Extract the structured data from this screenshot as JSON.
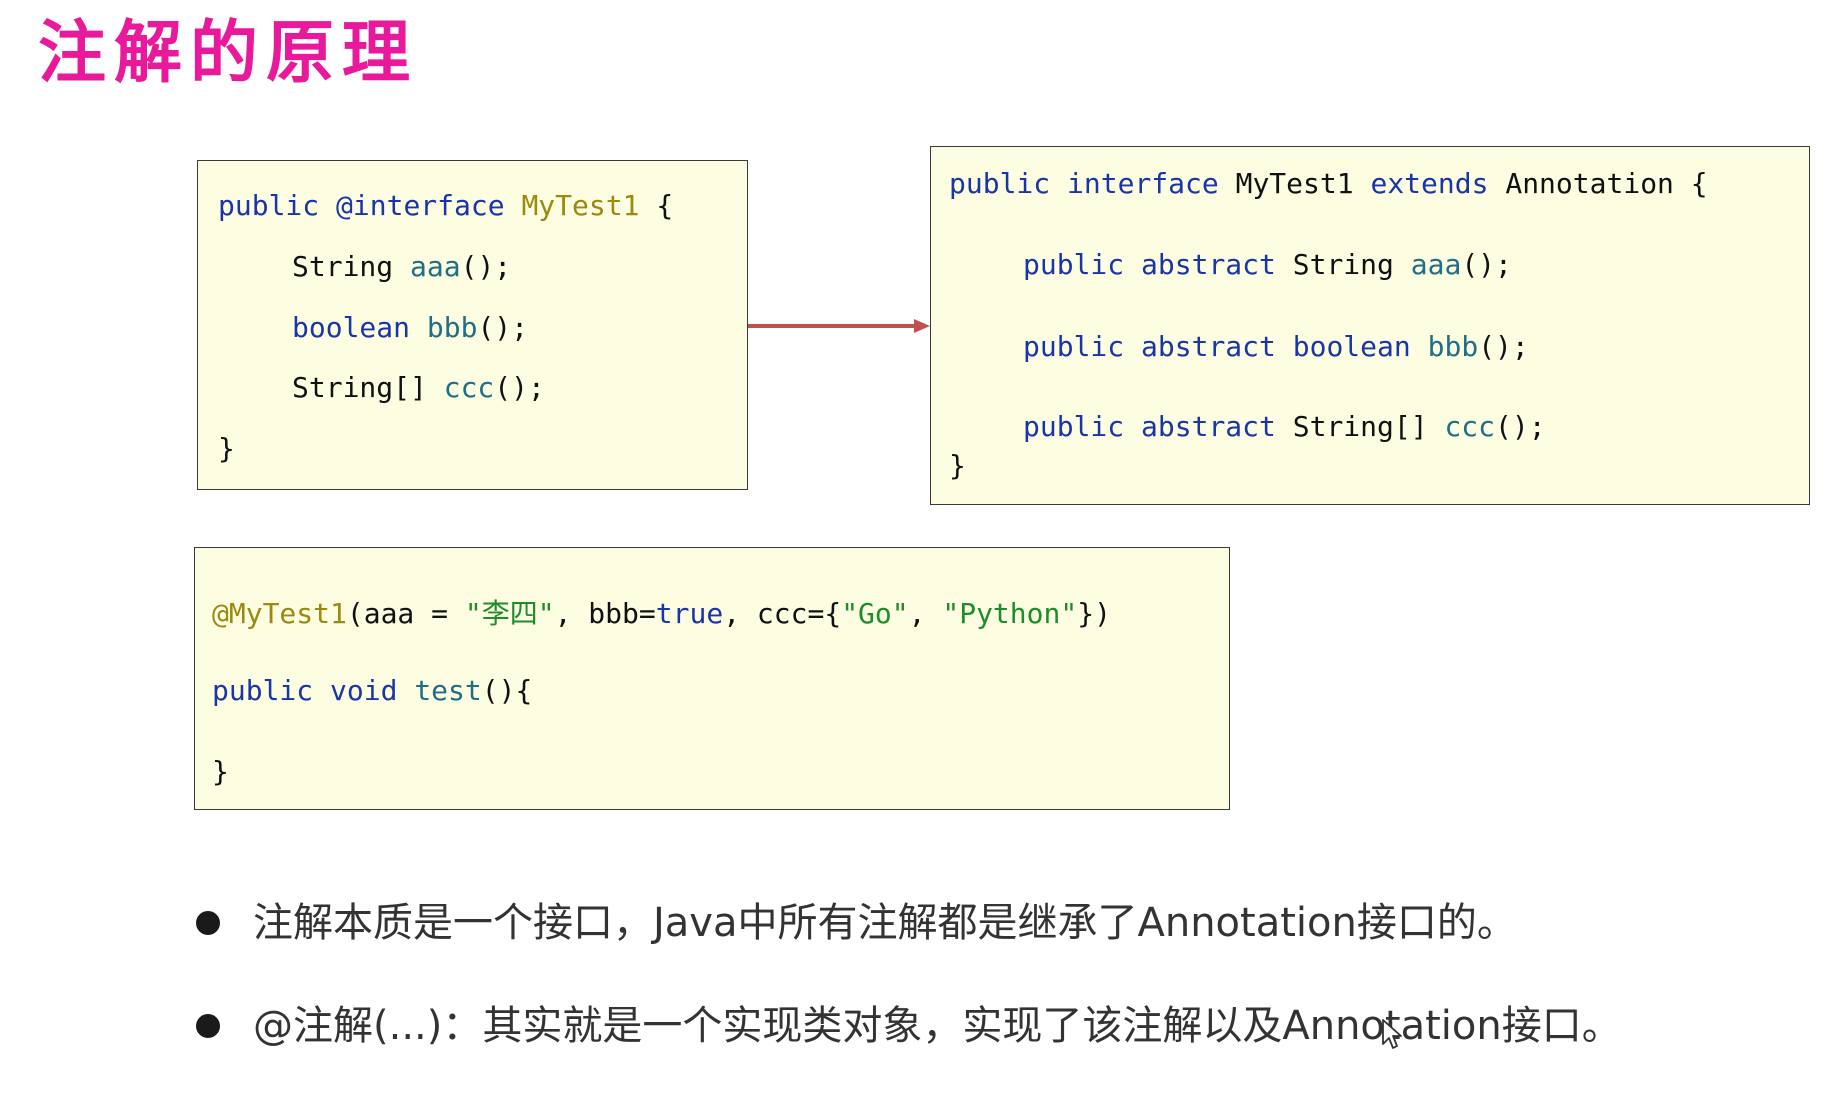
{
  "title": "注解的原理",
  "left_box": {
    "l1": {
      "a": "public",
      "b": "@interface",
      "c": "MyTest1",
      "d": "{"
    },
    "l2": {
      "a": "String",
      "b": "aaa",
      "c": "();"
    },
    "l3": {
      "a": "boolean",
      "b": "bbb",
      "c": "();"
    },
    "l4": {
      "a": "String[]",
      "b": "ccc",
      "c": "();"
    },
    "l5": "}"
  },
  "right_box": {
    "l1": {
      "a": "public",
      "b": "interface",
      "c": "MyTest1",
      "d": "extends",
      "e": "Annotation {"
    },
    "l2": {
      "a": "public",
      "b": "abstract",
      "c": "String",
      "d": "aaa",
      "e": "();"
    },
    "l3": {
      "a": "public",
      "b": "abstract",
      "c": "boolean",
      "d": "bbb",
      "e": "();"
    },
    "l4": {
      "a": "public",
      "b": "abstract",
      "c": "String[]",
      "d": "ccc",
      "e": "();"
    },
    "l5": "}"
  },
  "bottom_box": {
    "l1": {
      "ann": "@MyTest1",
      "p1": "(aaa = ",
      "s1": "\"李四\"",
      "p2": ", bbb=",
      "t": "true",
      "p3": ", ccc={",
      "s2": "\"Go\"",
      "p4": ", ",
      "s3": "\"Python\"",
      "p5": "})"
    },
    "l2": {
      "a": "public",
      "b": "void",
      "c": "test",
      "d": "(){"
    },
    "l3": "}"
  },
  "bullets": [
    "注解本质是一个接口，Java中所有注解都是继承了Annotation接口的。",
    "@注解(...)：其实就是一个实现类对象，实现了该注解以及Annotation接口。"
  ],
  "colors": {
    "title": "#e8199a",
    "keyword": "#1a35a8",
    "annotation": "#9b8a0d",
    "method": "#1f6f86",
    "string": "#1f8c2a",
    "box_bg": "#fdfde2",
    "arrow": "#c0504d"
  }
}
